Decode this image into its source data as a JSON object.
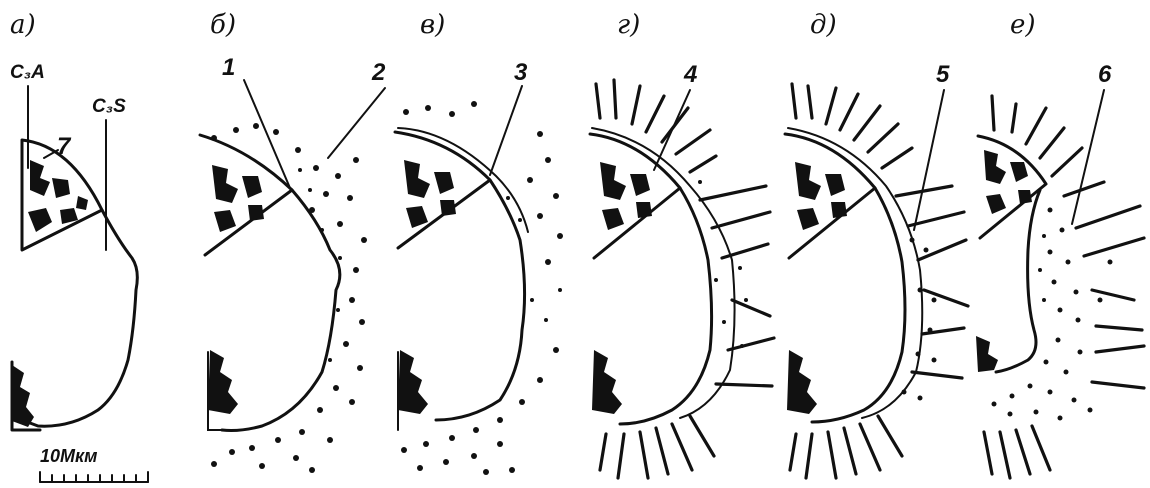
{
  "panels": [
    {
      "label": "а)"
    },
    {
      "label": "б)"
    },
    {
      "label": "в)"
    },
    {
      "label": "г)"
    },
    {
      "label": "д)"
    },
    {
      "label": "е)"
    }
  ],
  "phase_labels": {
    "c3a": "C₃A",
    "c3s": "C₃S"
  },
  "callouts": [
    "7",
    "1",
    "2",
    "3",
    "4",
    "5",
    "6"
  ],
  "scale_bar": {
    "text": "10Мкм"
  }
}
